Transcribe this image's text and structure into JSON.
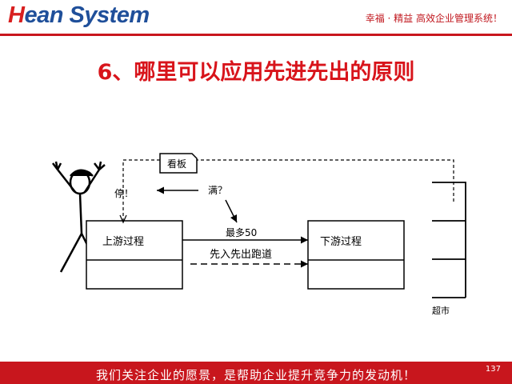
{
  "header": {
    "brand_first": "H",
    "brand_rest": "ean System",
    "slogan": "幸福 · 精益  高效企业管理系统！"
  },
  "title": "6、哪里可以应用先进先出的原则",
  "diagram": {
    "kanban_label": "看板",
    "stop_label": "停！",
    "full_label": "满？",
    "max_label": "最多50",
    "lane_label": "先入先出跑道",
    "upstream_label": "上游过程",
    "downstream_label": "下游过程",
    "supermarket_label": "超市"
  },
  "footer": {
    "text": "我们关注企业的愿景，是帮助企业提升竞争力的发动机！",
    "page_number": "137"
  },
  "colors": {
    "accent_red": "#c8161d",
    "brand_blue": "#1f4f9a"
  }
}
